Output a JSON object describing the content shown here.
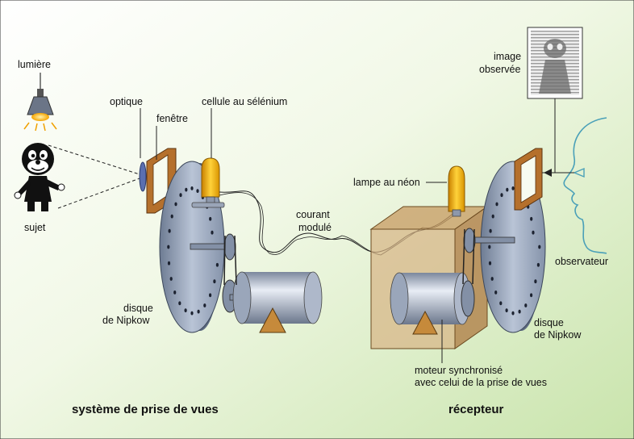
{
  "labels": {
    "lumiere": "lumière",
    "optique": "optique",
    "fenetre": "fenêtre",
    "cellule": "cellule au sélénium",
    "sujet": "sujet",
    "courant_1": "courant",
    "courant_2": "modulé",
    "disque_left_1": "disque",
    "disque_left_2": "de Nipkow",
    "lampe_neon": "lampe au néon",
    "image_1": "image",
    "image_2": "observée",
    "observateur": "observateur",
    "disque_right_1": "disque",
    "disque_right_2": "de Nipkow",
    "moteur_1": "moteur synchronisé",
    "moteur_2": "avec celui de la prise de vues"
  },
  "sections": {
    "left": "système de prise de vues",
    "right": "récepteur"
  }
}
